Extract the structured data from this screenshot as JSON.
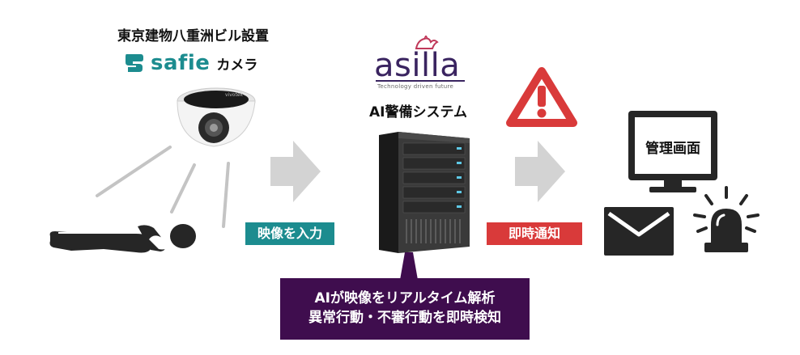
{
  "camera": {
    "location_label": "東京建物八重洲ビル設置",
    "brand_name": "safie",
    "brand_suffix": "カメラ",
    "vendor_mark": "vivotek"
  },
  "asilla": {
    "logo_text": "asilla",
    "tagline": "Technology driven future",
    "system_name": "AI警備システム"
  },
  "flow": {
    "input_label": "映像を入力",
    "notify_label": "即時通知"
  },
  "analysis": {
    "line1": "AIが映像をリアルタイム解析",
    "line2": "異常行動・不審行動を即時検知"
  },
  "monitor": {
    "screen_label": "管理画面"
  },
  "colors": {
    "teal": "#1c8c8f",
    "red": "#d93a3a",
    "purple": "#3f0d4e",
    "arrow_gray": "#d3d3d3",
    "icon_dark": "#262626"
  },
  "icons": [
    "safie-logo-icon",
    "dome-camera-icon",
    "fallen-person-icon",
    "arrow-right-icon",
    "server-icon",
    "warning-triangle-icon",
    "monitor-icon",
    "mail-icon",
    "alarm-light-icon"
  ]
}
